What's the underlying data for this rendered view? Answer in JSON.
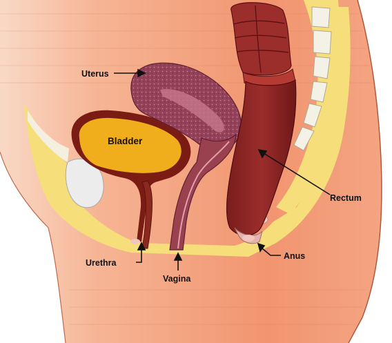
{
  "labels": {
    "uterus": "Uterus",
    "bladder": "Bladder",
    "rectum": "Rectum",
    "urethra": "Urethra",
    "vagina": "Vagina",
    "anus": "Anus"
  },
  "colors": {
    "skin": "#f3a27f",
    "fat": "#f6df7a",
    "bladder_fill": "#f0ae1c",
    "bladder_wall": "#7a1c14",
    "uterus": "#8f3b52",
    "rectum": "#8d2424",
    "bone": "#f4f1e6",
    "pubic_bone": "#ececec"
  }
}
